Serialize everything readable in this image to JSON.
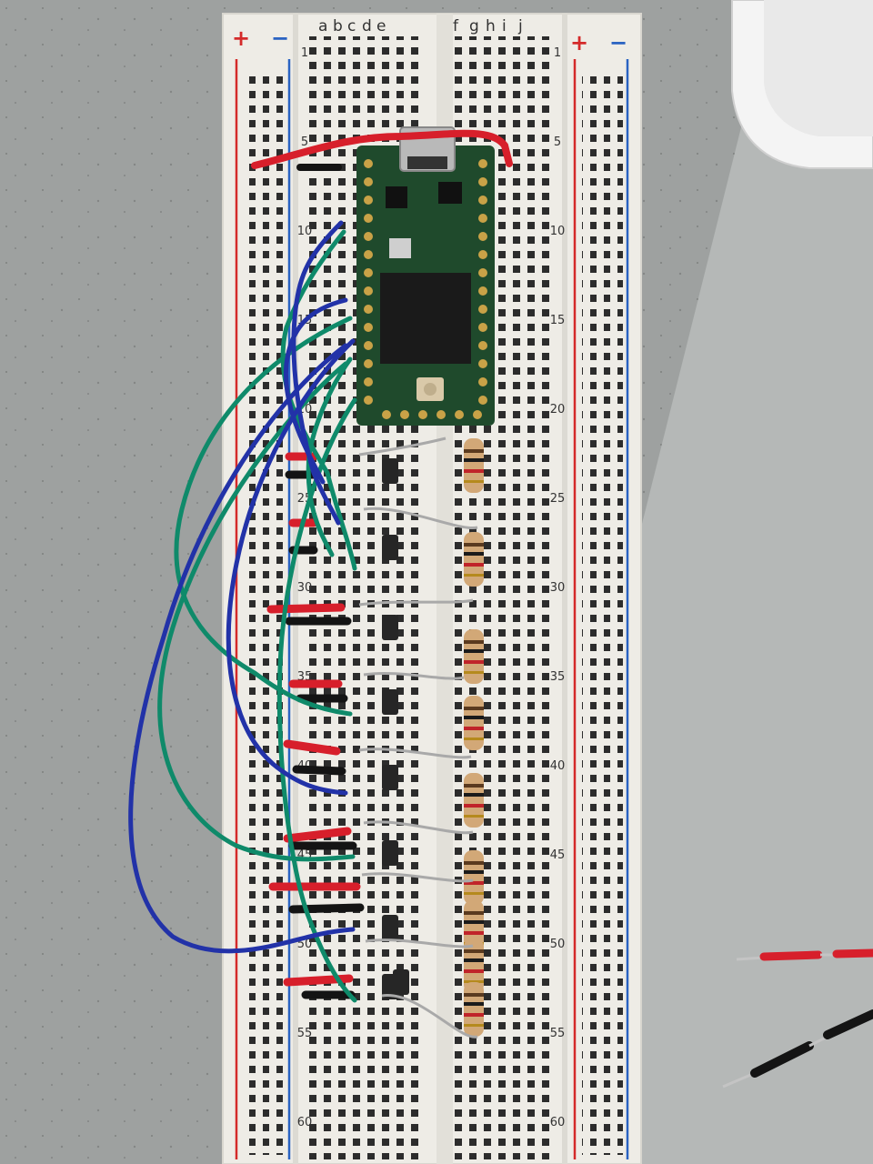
{
  "breadboard": {
    "rail_plus": "+",
    "rail_minus": "−",
    "columns_left": [
      "a",
      "b",
      "c",
      "d",
      "e"
    ],
    "columns_right": [
      "f",
      "g",
      "h",
      "i",
      "j"
    ],
    "row_numbers_left": [
      "1",
      "5",
      "10",
      "15",
      "20",
      "25",
      "30",
      "35",
      "40",
      "45",
      "50",
      "55",
      "60"
    ],
    "row_numbers_right": [
      "1",
      "5",
      "10",
      "15",
      "20",
      "25",
      "30",
      "35",
      "40",
      "45",
      "50",
      "55",
      "60"
    ]
  },
  "colors": {
    "table": "#9fa2a1",
    "breadboard": "#eeece6",
    "rail_red": "#d42a2a",
    "rail_blue": "#2a63c2",
    "pcb_green": "#1f4a2c",
    "wire_green": "#0f8a6a",
    "wire_blue": "#2232a8",
    "wire_red": "#d71f2b",
    "wire_black": "#141414",
    "resistor_body": "#d2a877"
  },
  "components": {
    "microcontroller_board": "pcb-with-usb-connector",
    "transistor_count": 9,
    "resistor_count": 9
  }
}
